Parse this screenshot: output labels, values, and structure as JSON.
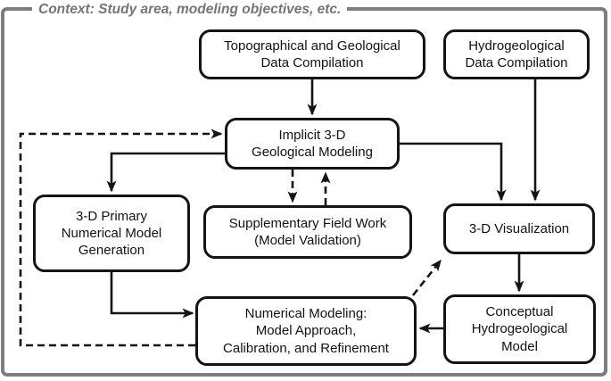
{
  "context": {
    "label": "Context: Study area, modeling objectives, etc."
  },
  "boxes": {
    "topo": "Topographical and Geological\nData Compilation",
    "hydro": "Hydrogeological\nData Compilation",
    "implicit": "Implicit 3-D\nGeological Modeling",
    "primary": "3-D Primary\nNumerical Model\nGeneration",
    "field": "Supplementary Field Work\n(Model Validation)",
    "viz": "3-D Visualization",
    "numerical": "Numerical Modeling:\nModel Approach,\nCalibration, and Refinement",
    "conceptual": "Conceptual\nHydrogeological\nModel"
  },
  "arrows": {
    "topo_to_implicit": "solid",
    "hydro_to_viz": "solid",
    "implicit_to_viz": "solid",
    "implicit_to_primary": "solid",
    "implicit_to_field": "dashed",
    "field_to_implicit": "dashed",
    "primary_to_numerical": "solid",
    "viz_to_conceptual": "solid",
    "conceptual_to_numerical": "solid",
    "numerical_to_viz": "dashed",
    "numerical_to_implicit_feedback": "dashed"
  },
  "colors": {
    "box_border": "#141414",
    "box_text": "#121212",
    "arrow": "#141414",
    "context_border": "#7d7d7d",
    "context_text": "#757575",
    "background": "#ffffff"
  }
}
